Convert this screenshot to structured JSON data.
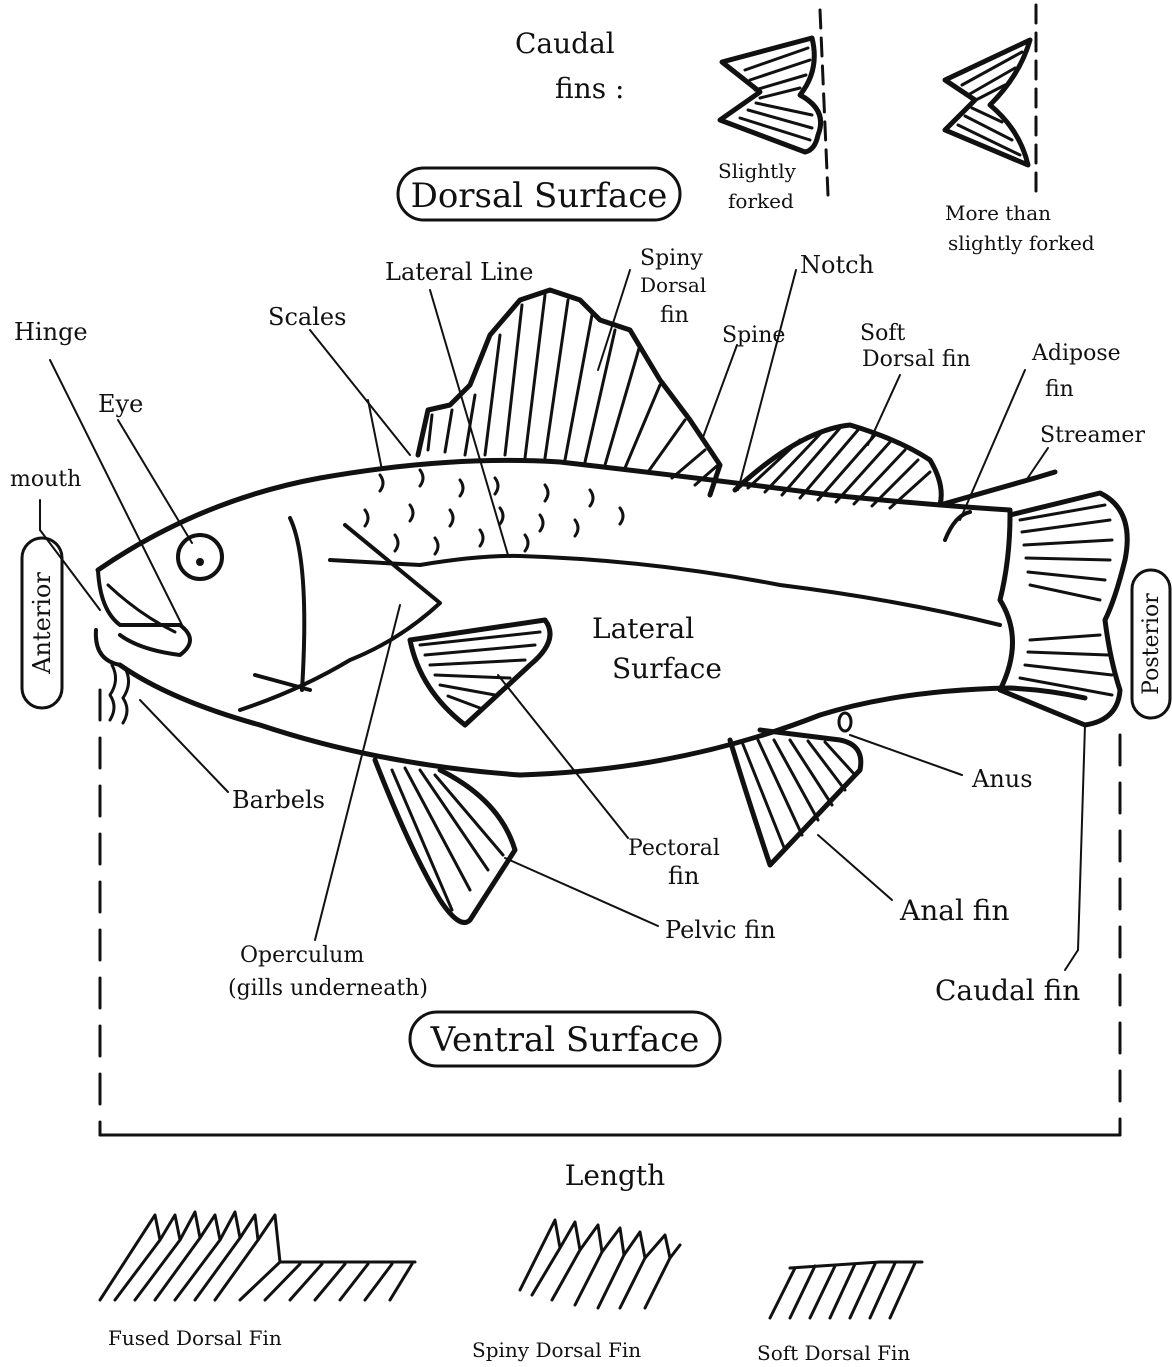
{
  "caudal_header": {
    "line1": "Caudal",
    "line2": "fins :"
  },
  "caudal_types": [
    {
      "label_line1": "Slightly",
      "label_line2": "forked"
    },
    {
      "label_line1": "More than",
      "label_line2": "slightly forked"
    }
  ],
  "surfaces": {
    "dorsal": "Dorsal Surface",
    "ventral": "Ventral Surface",
    "lateral_line1": "Lateral",
    "lateral_line2": "Surface",
    "anterior": "Anterior",
    "posterior": "Posterior"
  },
  "labels": {
    "hinge": "Hinge",
    "eye": "Eye",
    "mouth": "mouth",
    "scales": "Scales",
    "lateral_line": "Lateral Line",
    "spiny_dorsal_1": "Spiny",
    "spiny_dorsal_2": "Dorsal",
    "spiny_dorsal_3": "fin",
    "notch": "Notch",
    "spine": "Spine",
    "soft_dorsal_1": "Soft",
    "soft_dorsal_2": "Dorsal fin",
    "adipose_1": "Adipose",
    "adipose_2": "fin",
    "streamer": "Streamer",
    "barbels": "Barbels",
    "pectoral_1": "Pectoral",
    "pectoral_2": "fin",
    "pelvic": "Pelvic fin",
    "anus": "Anus",
    "anal": "Anal fin",
    "caudal": "Caudal fin",
    "operculum_1": "Operculum",
    "operculum_2": "(gills underneath)"
  },
  "length_label": "Length",
  "fin_types": [
    {
      "label": "Fused Dorsal Fin"
    },
    {
      "label": "Spiny Dorsal Fin"
    },
    {
      "label": "Soft Dorsal Fin"
    }
  ]
}
